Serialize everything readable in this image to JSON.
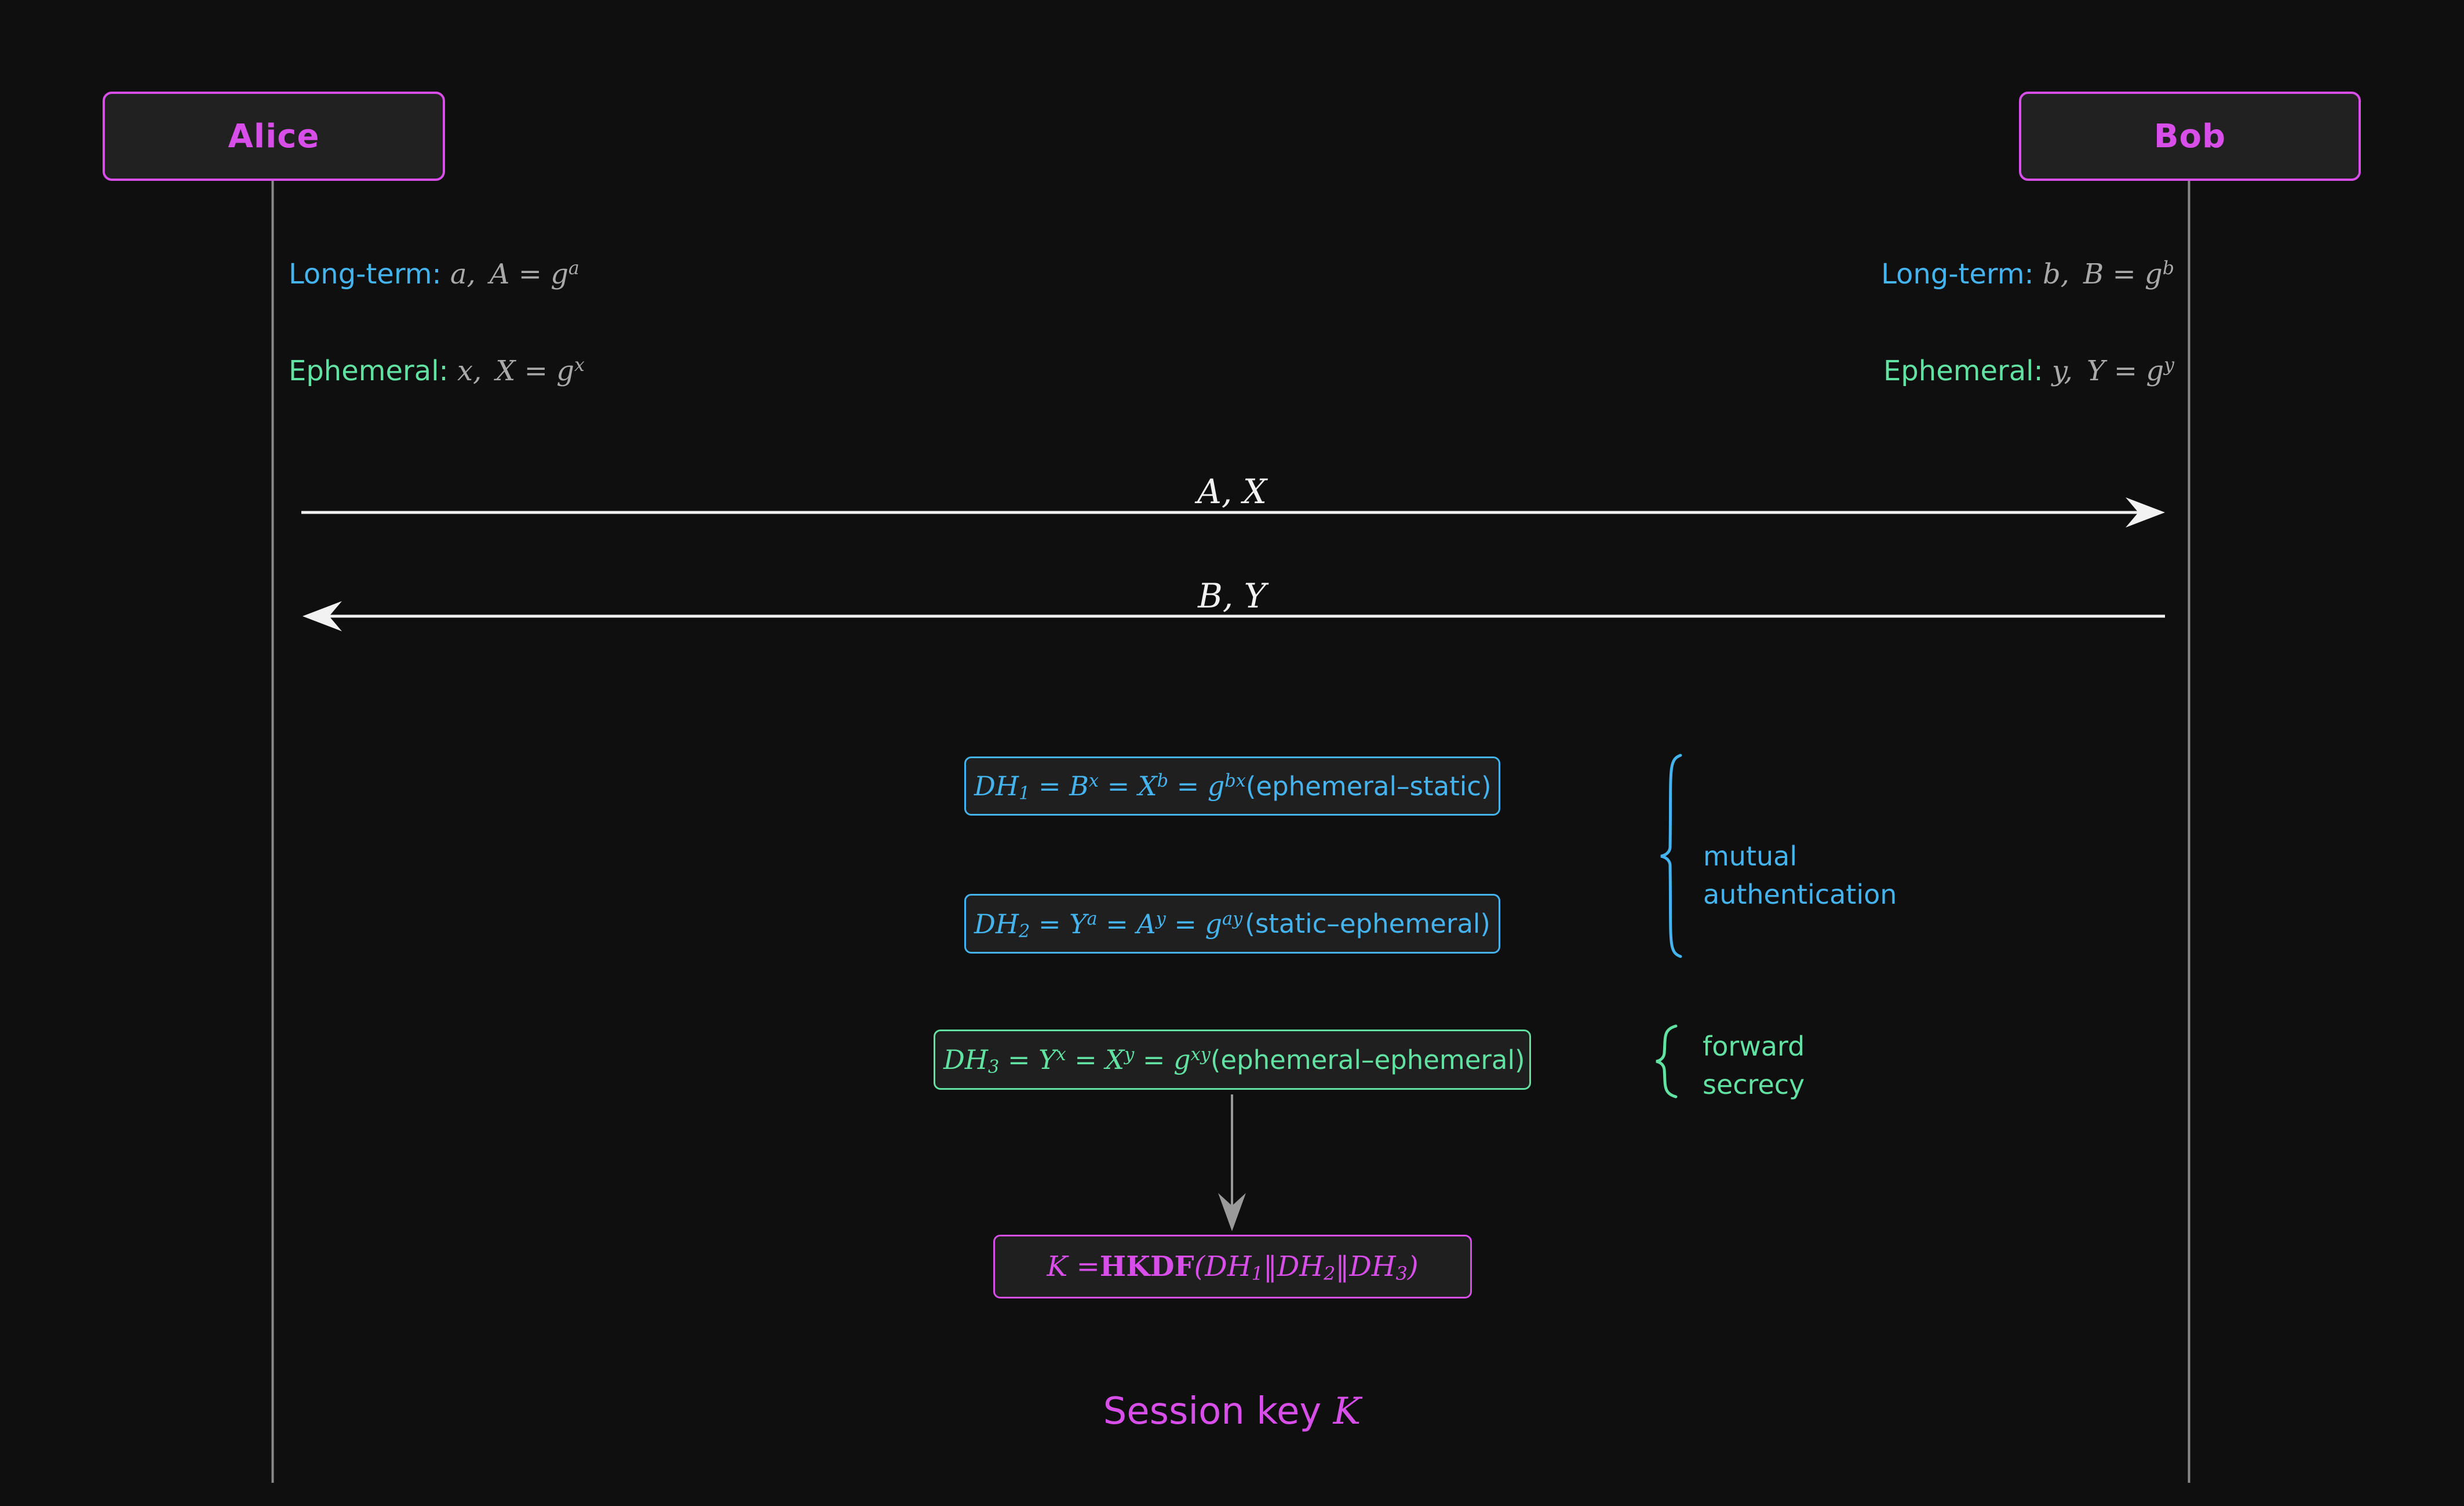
{
  "colors": {
    "bg": "#0f0f0f",
    "boxbg": "#212121",
    "magenta": "#d84ee8",
    "blue": "#45b4ee",
    "green": "#62e2a2",
    "white": "#f2f2f2",
    "gray": "#8a8a8a",
    "graytext": "#a9a9a9"
  },
  "actors": {
    "alice": "Alice",
    "bob": "Bob"
  },
  "alice_keys": {
    "long_term_label": "Long-term:",
    "long_term_value": "a, A = g^{a}",
    "ephemeral_label": "Ephemeral:",
    "ephemeral_value": "x, X = g^{x}"
  },
  "bob_keys": {
    "long_term_label": "Long-term:",
    "long_term_value": "b, B = g^{b}",
    "ephemeral_label": "Ephemeral:",
    "ephemeral_value": "y, Y = g^{y}"
  },
  "messages": [
    {
      "label": "A, X",
      "direction": "alice-to-bob"
    },
    {
      "label": "B, Y",
      "direction": "bob-to-alice"
    }
  ],
  "dh_terms": [
    {
      "formula": "DH_{1} = B^{x} = X^{b} = g^{bx}",
      "note": "(ephemeral–static)"
    },
    {
      "formula": "DH_{2} = Y^{a} = A^{y} = g^{ay}",
      "note": "(static–ephemeral)"
    },
    {
      "formula": "DH_{3} = Y^{x} = X^{y} = g^{xy}",
      "note": "(ephemeral–ephemeral)"
    }
  ],
  "annotations": {
    "mutual": [
      "mutual",
      "authentication"
    ],
    "forward": [
      "forward",
      "secrecy"
    ]
  },
  "kdf": {
    "lhs": "K = ",
    "fn": "HKDF",
    "args": "(DH_{1}‖DH_{2}‖DH_{3})"
  },
  "session_key": {
    "prefix": "Session key ",
    "symbol": "K"
  }
}
